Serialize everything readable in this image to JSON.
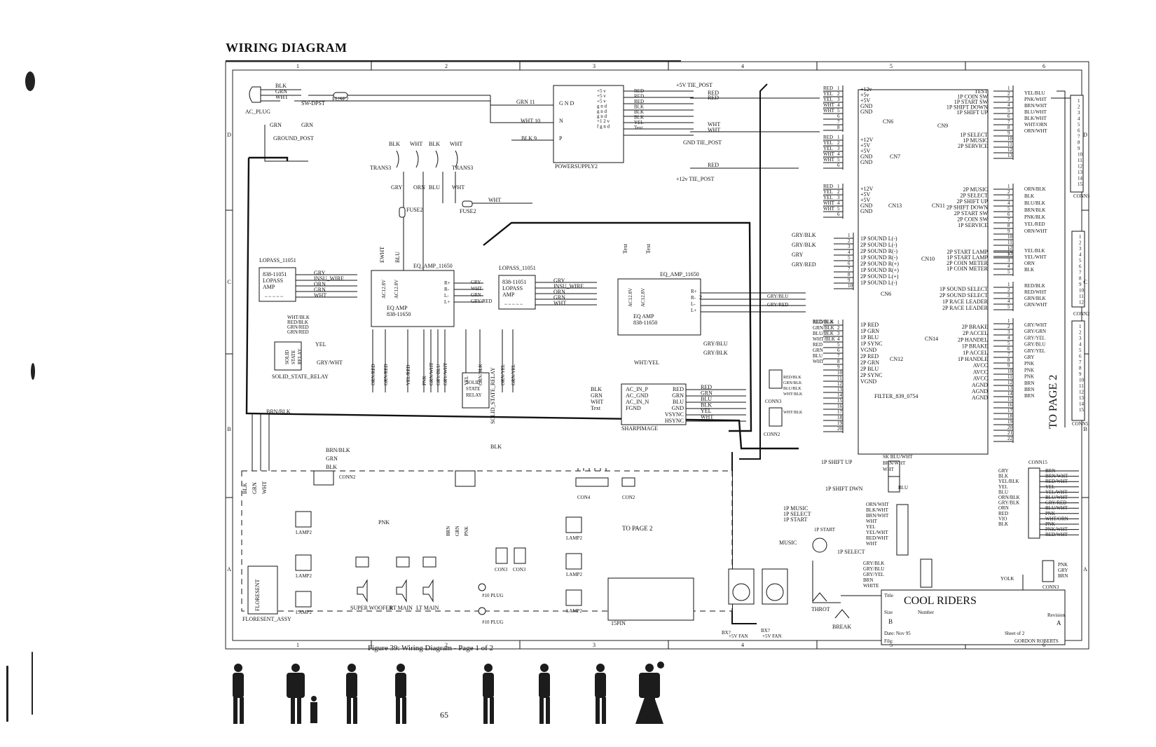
{
  "page": {
    "title": "WIRING DIAGRAM",
    "figure_caption": "Figure 39: Wiring Diagram - Page 1 of 2",
    "page_number": "65"
  },
  "frame": {
    "columns": [
      "1",
      "2",
      "3",
      "4",
      "5",
      "6"
    ],
    "rows": [
      "D",
      "C",
      "B",
      "A"
    ]
  },
  "title_block": {
    "title_label": "Title",
    "title": "COOL RIDERS",
    "size_label": "Size",
    "size": "B",
    "number_label": "Number",
    "revision_label": "Revision",
    "revision": "A",
    "date_label": "Date:",
    "date": "Nov 95",
    "file_label": "File:",
    "sheet_label": "Sheet",
    "sheet_of": "of",
    "sheet_total": "2",
    "drawn_by": "GORDON ROBERTS"
  },
  "components": {
    "ac_plug": "AC_PLUG",
    "ground_post": "GROUND_POST",
    "sw_dpst": "SW-DPST",
    "fuse_top": "FUSE2",
    "fuse_mid": "FUSE2",
    "fuse_right": "FUSE2",
    "trans_left": "TRANS3",
    "trans_right": "TRANS3",
    "power_supply": "POWERSUPPLY2",
    "tie_post_5v": "+5V TIE_POST",
    "gnd_tie_post": "GND TIE_POST",
    "tie_post_12v": "+12v TIE_POST",
    "lopass_left_ref": "LOPASS_11051",
    "lopass_left_body": [
      "838-11051",
      "LOPASS",
      "AMP"
    ],
    "lopass_right_ref": "LOPASS_11051",
    "lopass_right_body": [
      "838-11051",
      "LOPASS",
      "AMP"
    ],
    "eq_amp_left_ref": "EQ_AMP_11650",
    "eq_amp_left_body": [
      "EQ AMP",
      "838-11650"
    ],
    "eq_amp_right_ref": "EQ_AMP_11650",
    "eq_amp_right_body": [
      "EQ AMP",
      "838-11650"
    ],
    "eq_pins_in": [
      "AC12.8V",
      "AC12.8V"
    ],
    "eq_pins_out": [
      "R+",
      "R-",
      "L-",
      "L+"
    ],
    "ssr_left": "SOLID_STATE_RELAY",
    "ssr_left_body": [
      "SOLID",
      "STATE",
      "RELAY"
    ],
    "ssr_mid": "SOLID_STATE_RELAY",
    "ssr_mid_body": [
      "SOLID",
      "STATE",
      "RELAY"
    ],
    "sharp_image": "SHARPIMAGE",
    "sharp_pins_left": [
      "AC_IN_P",
      "AC_GND",
      "AC_IN_N",
      "FGND"
    ],
    "sharp_pins_right": [
      "RED",
      "GRN",
      "BLU",
      "GND",
      "VSYNC",
      "HSYNC"
    ],
    "filter": "FILTER_839_0754",
    "cn6_top": "CN6",
    "cn7": "CN7",
    "cn13": "CN13",
    "cn11": "CN11",
    "cn9": "CN9",
    "cn10": "CN10",
    "cn6_mid": "CN6",
    "cn12": "CN12",
    "cn14": "CN14",
    "conn3": "CONN3",
    "conn2": "CONN2",
    "conn5": "CONN5",
    "conn5b": "CONN5",
    "conn15": "CONN15",
    "conn3_right": "CONN3",
    "conn2_right": "CONN2",
    "con4": "CON4",
    "con2": "CON2",
    "con3a": "CON3",
    "con3b": "CON3",
    "to_page_2": "TO PAGE 2",
    "to_page_2_vertical": "TO PAGE 2",
    "super_woofer": "SUPER WOOFER",
    "lt_main": "LT MAIN",
    "rt_main": "RT MAIN",
    "floresent": "FLORESENT",
    "floresent_assy": "FLORESENT_ASSY",
    "lamp": "LAMP2",
    "plug_10": "#10 PLUG",
    "pin_15": "15PIN",
    "throt": "THROT",
    "break_pot": "BREAK",
    "fan_left": "+5V FAN",
    "fan_right": "+5V FAN",
    "music": "MUSIC",
    "shift_up_1p": "1P SHIFT UP",
    "shift_dwn_1p": "1P SHIFT DWN",
    "music_1p": "1P MUSIC",
    "select_1p": "1P SELECT",
    "start_1p": "1P START",
    "select_1p_b": "1P SELECT",
    "start_1p_b": "1P START"
  },
  "wire_labels": {
    "ac_top": [
      "BLK",
      "GRN",
      "WHT"
    ],
    "ps_left": [
      "GRN",
      "WHT",
      "BLK"
    ],
    "ps_pins_left": [
      "G N D",
      "N",
      "P"
    ],
    "ps_pins_right": [
      "+5 v",
      "+5 v",
      "+5 v",
      "g n d",
      "g n d",
      "g n d",
      "+1 2 v",
      "f g n d"
    ],
    "ps_out": [
      "RED",
      "RED",
      "RED",
      "BLK",
      "BLK",
      "BLK",
      "YEL",
      "Text"
    ],
    "tie": [
      "RED",
      "RED",
      "WHT",
      "WHT",
      "RED"
    ],
    "trans": [
      "BLK",
      "WHT",
      "BLK",
      "WHT",
      "GRY",
      "ORN",
      "BLU",
      "WHT",
      "WHT"
    ],
    "lopass_left_wires": [
      "GRY",
      "INSU_WIRE",
      "ORN",
      "GRN",
      "WHT"
    ],
    "lopass_right_wires": [
      "GRY",
      "INSU_WIRE",
      "ORN",
      "GRN",
      "WHT"
    ],
    "eq_left_out": [
      "GRY",
      "WHT",
      "GRN",
      "GRY/RED"
    ],
    "eq_right_out": [
      "GRY/BLU",
      "GRY/RED"
    ],
    "relay": [
      "WHT/BLK",
      "RED/BLK",
      "GRN/RED",
      "GRN/RED",
      "YEL",
      "GRY/WHT",
      "BRN/BLK"
    ],
    "mid_vertical": [
      "ORN/RED",
      "GRN/RED",
      "YEL/RED",
      "PNK",
      "GRN/WHT",
      "GRY/BLU",
      "GRY/WHT",
      "YEL",
      "GRN/BLK",
      "ORN/YEL",
      "GRN/YEL",
      "WHT/YEL",
      "GRY/BLU",
      "GRY/BLK",
      "WHT/BLK",
      "RED/BLK"
    ],
    "sound_left": [
      "GRY/BLK",
      "GRY/BLK",
      "GRY",
      "GRY/RED"
    ],
    "sharp_left": [
      "BLK",
      "GRN",
      "WHT",
      "Text"
    ],
    "sharp_right": [
      "RED",
      "GRN",
      "BLU",
      "BLK",
      "YEL",
      "WHT"
    ],
    "lower": [
      "BRN/BLK",
      "GRN",
      "BLK",
      "PNK",
      "BRN",
      "GRN",
      "PNK",
      "BLK",
      "GRN",
      "GRN",
      "RED",
      "WHT",
      "RED",
      "WHT"
    ],
    "conn": [
      "RED/BLK",
      "GRN/BLK",
      "BLU/BLK",
      "WHT/BLK",
      "WHT/BLK"
    ]
  },
  "cn6_top_labels": [
    "+12v",
    "+5v",
    "+5V",
    "GND",
    "GND"
  ],
  "cn6_top_wires": [
    "RED",
    "YEL",
    "YEL",
    "WHT",
    "WHT"
  ],
  "cn7_labels": [
    "+12V",
    "+5V",
    "+5V",
    "GND",
    "GND"
  ],
  "cn7_wires": [
    "RED",
    "YEL",
    "YEL",
    "WHT",
    "WHT"
  ],
  "cn13_labels": [
    "+12V",
    "+5V",
    "+5V",
    "GND",
    "GND"
  ],
  "cn13_wires": [
    "RED",
    "YEL",
    "YEL",
    "WHT",
    "WHT"
  ],
  "sound_labels": [
    "1P SOUND L(-)",
    "2P SOUND L(-)",
    "2P SOUND R(-)",
    "1P SOUND R(-)",
    "2P SOUND R(+)",
    "1P SOUND R(+)",
    "2P SOUND L(+)",
    "1P SOUND L(-)"
  ],
  "cn12_labels": [
    "1P RED",
    "1P GRN",
    "1P BLU",
    "1P SYNC",
    "VGND",
    "2P RED",
    "2P GRN",
    "2P BLU",
    "2P SYNC",
    "VGND"
  ],
  "cn12_wires": [
    "RED/BLK",
    "GRN/BLK",
    "BLU/BLK",
    "WHT/BLK",
    "RED",
    "GRN",
    "BLU",
    "WHT"
  ],
  "cn9_labels": [
    "TEST",
    "1P COIN SW",
    "1P START SW",
    "1P SHIFT DOWN",
    "1P SHIFT UP",
    "1P SELECT",
    "1P MUSIC",
    "2P SERVICE"
  ],
  "cn9_wires": [
    "YEL/BLU",
    "PNK/WHT",
    "BRN/WHT",
    "BLU/WHT",
    "BLK/WHT",
    "WHT/ORN",
    "ORN/WHT"
  ],
  "cn11_labels": [
    "2P MUSIC",
    "2P SELECT",
    "2P SHIFT UP",
    "2P SHIFT DOWN",
    "2P START SW",
    "2P COIN SW",
    "1P SERVICE"
  ],
  "cn11_wires": [
    "ORN/BLK",
    "BLK",
    "BLU/BLK",
    "BRN/BLK",
    "PNK/BLK",
    "YEL/RED",
    "ORN/WHT"
  ],
  "cn10_labels": [
    "2P START LAMP",
    "1P START LAMP",
    "2P COIN METER",
    "1P COIN METER"
  ],
  "cn10_wires": [
    "YEL/BLK",
    "YEL/WHT",
    "ORN",
    "BLK"
  ],
  "cn6_mid_labels": [
    "1P SOUND SELECT",
    "2P SOUND SELECT",
    "1P RACE LEADER",
    "2P RACE LEADER"
  ],
  "cn6_mid_wires": [
    "RED/BLK",
    "RED/WHT",
    "GRN/BLK",
    "GRN/WHT"
  ],
  "cn14_labels": [
    "2P BRAKE",
    "2P ACCEL",
    "2P HANDEL",
    "1P BRAKE",
    "1P ACCEL",
    "1P HANDLE",
    "AVCC",
    "AVCC",
    "AVCC",
    "AGND",
    "AGND",
    "AGND"
  ],
  "cn14_wires": [
    "GRY/WHT",
    "GRY/GRN",
    "GRY/YEL",
    "GRY/BLU",
    "GRY/YEL",
    "GRY",
    "PNK",
    "PNK",
    "PNK",
    "BRN",
    "BRN",
    "BRN"
  ],
  "conn15_left": [
    "GRY",
    "BLK",
    "YEL/BLK",
    "YEL",
    "BLU",
    "ORN/BLK",
    "GRY/BLK",
    "ORN",
    "RED",
    "VIO",
    "BLK"
  ],
  "conn15_right": [
    "BRN",
    "BRN/WHT",
    "RED/WHT",
    "YEL",
    "YEL/WHT",
    "BLU/WHT",
    "GRY/RED",
    "BLU/WHT",
    "PNK",
    "WHT/ORN",
    "PNK",
    "PNK/WHT",
    "RED/WHT"
  ],
  "switch_wires": [
    "SK BLU/WHT",
    "BRN/WHT",
    "WHT",
    "BLU",
    "ORN/WHT",
    "BLK/WHT",
    "BRN/WHT",
    "WHT",
    "YEL",
    "YEL/WHT",
    "RED/WHT",
    "WHT"
  ],
  "bottom_wires": [
    "GRY/BLK",
    "GRY/BLU",
    "GRY/YEL",
    "BRN",
    "WHITE",
    "PNK",
    "GRY",
    "BRN",
    "YOLK"
  ],
  "figures": [
    "figure-businesswoman",
    "figure-big-man-with-child",
    "figure-worker",
    "figure-cowboy",
    "figure-woman",
    "figure-man-in-coat",
    "figure-robot-suit",
    "figure-bride-and-groom"
  ]
}
